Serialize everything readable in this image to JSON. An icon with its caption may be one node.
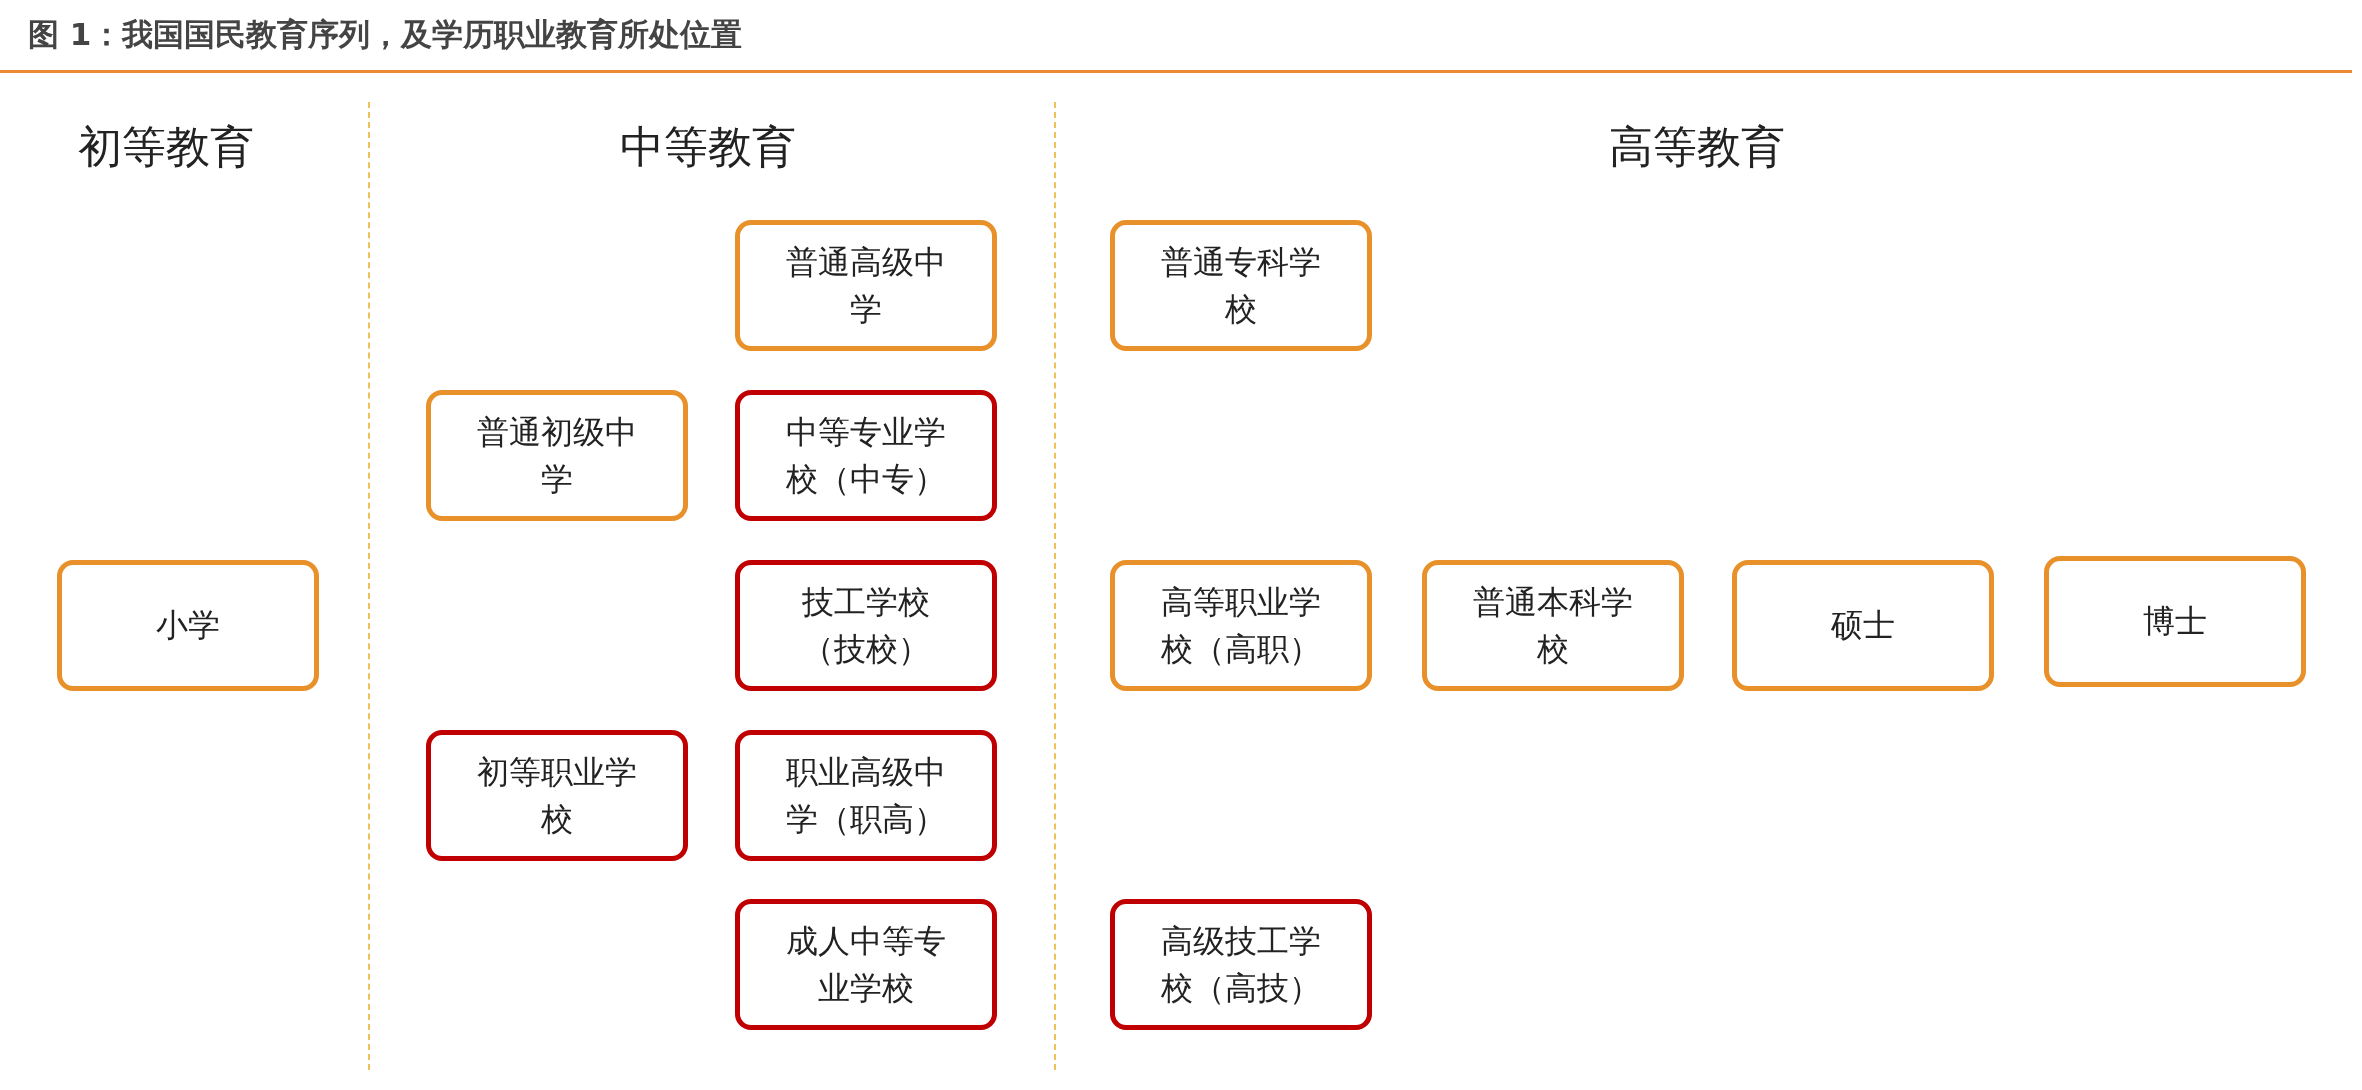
{
  "diagram": {
    "title": "图 1：我国国民教育序列，及学历职业教育所处位置",
    "nodes": [
      {
        "text": [
          "普通高级中学"
        ]
      },
      {
        "text": [
          "普通专科学校"
        ]
      },
      {
        "text": [
          "普通初级中学"
        ]
      },
      {
        "text": [
          "中等专业学校（中专）"
        ]
      },
      {
        "text": [
          "小学"
        ]
      },
      {
        "text": [
          "技工学校（技校）"
        ]
      },
      {
        "text": [
          "高等职业学校（高职）"
        ]
      },
      {
        "text": [
          "普通本科学校"
        ]
      },
      {
        "text": [
          "硕士"
        ]
      },
      {
        "text": [
          "博士"
        ]
      },
      {
        "text": [
          "初等职业学校"
        ]
      },
      {
        "text": [
          "职业高级中学（职高）"
        ]
      },
      {
        "text": [
          "成人中等专业学校"
        ]
      },
      {
        "text": [
          "高级技工学校（高技）"
        ]
      }
    ],
    "labels": [
      "初等教育",
      "中等教育",
      "高等教育"
    ]
  }
}
